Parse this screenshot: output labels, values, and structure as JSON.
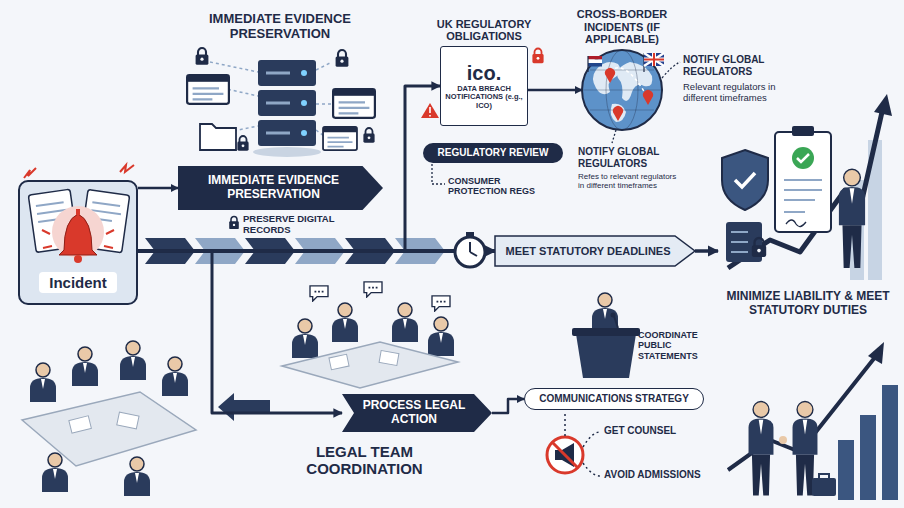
{
  "diagram": {
    "nodes": [
      {
        "text": [
          "Incident"
        ]
      },
      {
        "text": [
          "IMMEDIATE EVIDENCE PRESERVATION"
        ]
      },
      {
        "text": [
          "UK REGULATORY OBLIGATIONS",
          "ico.",
          "DATA BREACH NOTIFICATIONS (e.g., ICO)"
        ]
      },
      {
        "text": [
          "REGULATORY REVIEW"
        ]
      },
      {
        "text": [
          "CROSS-BORDER INCIDENTS (IF APPLICABLE)"
        ]
      },
      {
        "text": [
          "MEET STATUTORY DEADLINES"
        ]
      },
      {
        "text": [
          "MINIMIZE LIABILITY & MEET STATUTORY DUTIES"
        ]
      },
      {
        "text": [
          "PROCESS LEGAL ACTION"
        ]
      },
      {
        "text": [
          "COMMUNICATIONS STRATEGY"
        ]
      }
    ],
    "edges": [
      {
        "from": 0,
        "to": 1,
        "arrow": "to"
      },
      {
        "from": 0,
        "to": 2,
        "arrow": "to"
      },
      {
        "from": 2,
        "to": 4,
        "arrow": "to"
      },
      {
        "from": 0,
        "to": 5,
        "arrow": "to"
      },
      {
        "from": 5,
        "to": 6,
        "arrow": "to"
      },
      {
        "from": 0,
        "to": 7,
        "arrow": "to"
      },
      {
        "from": 7,
        "to": 8,
        "arrow": "to"
      }
    ],
    "labels": [
      "IMMEDIATE EVIDENCE PRESERVATION",
      "PRESERVE DIGITAL RECORDS",
      "CONSUMER PROTECTION REGS",
      "NOTIFY GLOBAL REGULATORS",
      "Relevant regulators in different timeframes",
      "NOTIFY GLOBAL REGULATORS",
      "Refes to relevant regulators in different timeframes",
      "LEGAL TEAM COORDINATION",
      "COORDINATE PUBLIC STATEMENTS",
      "GET COUNSEL",
      "AVOID ADMISSIONS"
    ]
  }
}
